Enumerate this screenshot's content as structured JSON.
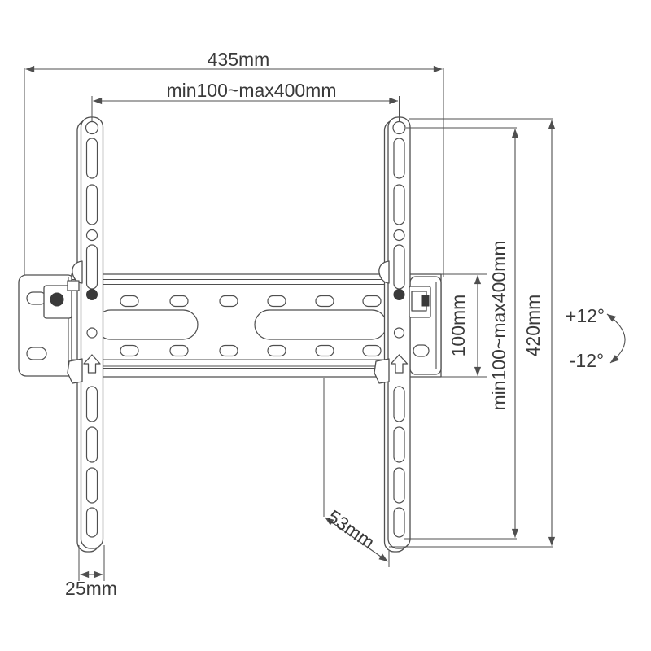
{
  "diagram": {
    "type": "technical-dimension-drawing",
    "subject": "tilting TV wall mount bracket, front view",
    "background": "#ffffff",
    "line_color": "#4f4f4f",
    "text_color": "#3a3a3a",
    "dimensions": {
      "total_width": "435mm",
      "vesa_horizontal": "min100~max400mm",
      "bracket_height": "420mm",
      "vesa_vertical": "min100~max400mm",
      "rail_height": "100mm",
      "depth": "53mm",
      "bracket_width": "25mm"
    },
    "tilt": {
      "up": "+12°",
      "down": "-12°"
    },
    "icons": [
      {
        "name": "up-arrow-left-bracket",
        "glyph": "hollow upward arrow stamped on left VESA arm"
      },
      {
        "name": "up-arrow-right-bracket",
        "glyph": "hollow upward arrow stamped on right VESA arm"
      },
      {
        "name": "tilt-arc-arrow",
        "glyph": "curved double-headed arrow showing tilt range"
      }
    ]
  }
}
